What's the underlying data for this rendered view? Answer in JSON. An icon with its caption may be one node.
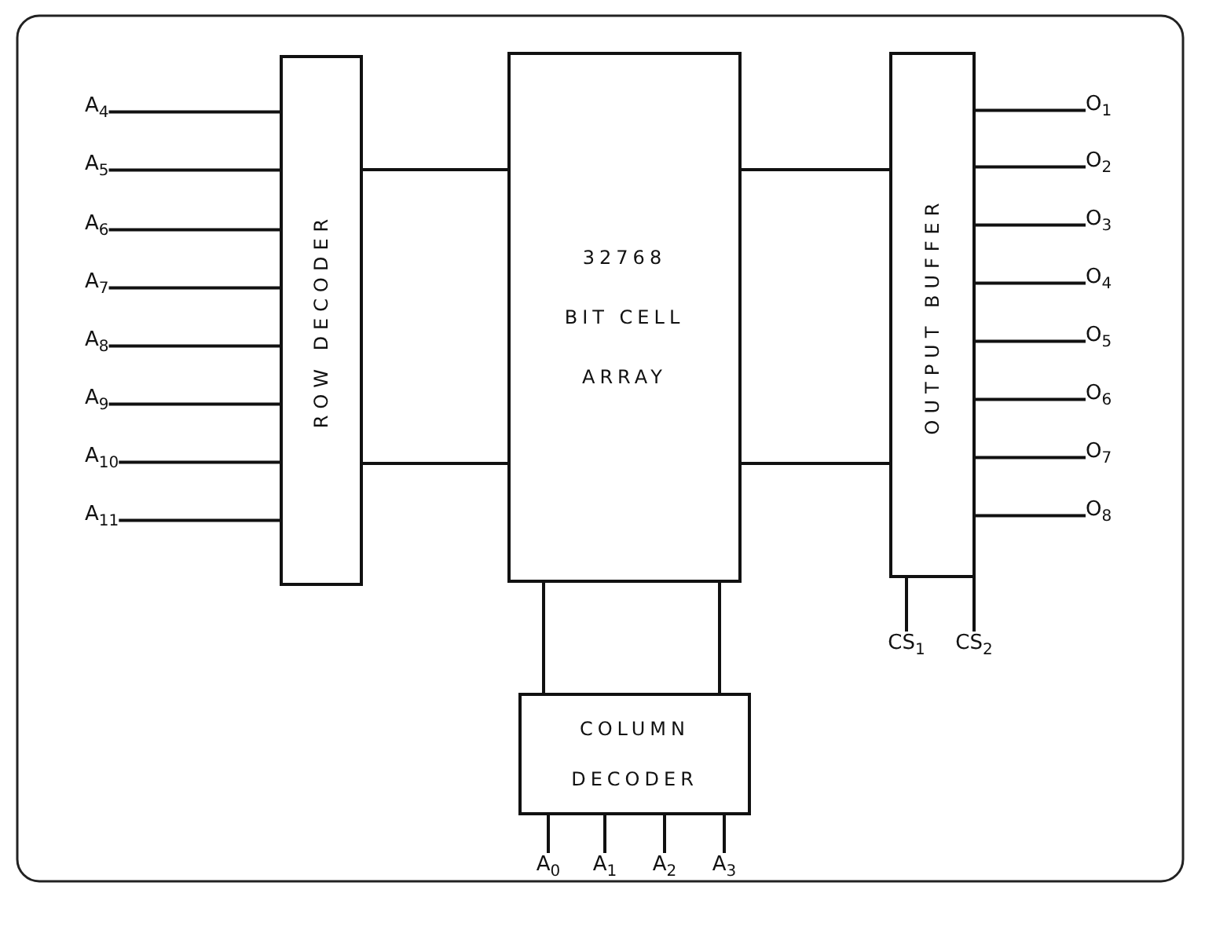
{
  "diagram": {
    "nodes": [
      {
        "text": [
          "ROW DECODER"
        ]
      },
      {
        "text": [
          "32768 BIT CELL ARRAY"
        ]
      },
      {
        "text": [
          "OUTPUT BUFFER"
        ]
      },
      {
        "text": [
          "COLUMN DECODER"
        ]
      },
      {
        "text": [
          "A$_{4}$"
        ]
      },
      {
        "text": [
          "A$_{5}$"
        ]
      },
      {
        "text": [
          "A$_{6}$"
        ]
      },
      {
        "text": [
          "A$_{7}$"
        ]
      },
      {
        "text": [
          "A$_{8}$"
        ]
      },
      {
        "text": [
          "A$_{9}$"
        ]
      },
      {
        "text": [
          "A$_{10}$"
        ]
      },
      {
        "text": [
          "A$_{11}$"
        ]
      },
      {
        "text": [
          "O$_{1}$"
        ]
      },
      {
        "text": [
          "O$_{2}$"
        ]
      },
      {
        "text": [
          "O$_{3}$"
        ]
      },
      {
        "text": [
          "O$_{4}$"
        ]
      },
      {
        "text": [
          "O$_{5}$"
        ]
      },
      {
        "text": [
          "O$_{6}$"
        ]
      },
      {
        "text": [
          "O$_{7}$"
        ]
      },
      {
        "text": [
          "O$_{8}$"
        ]
      },
      {
        "text": [
          "CS$_{1}$"
        ]
      },
      {
        "text": [
          "CS$_{2}$"
        ]
      },
      {
        "text": [
          "A$_{0}$"
        ]
      },
      {
        "text": [
          "A$_{1}$"
        ]
      },
      {
        "text": [
          "A$_{2}$"
        ]
      },
      {
        "text": [
          "A$_{3}$"
        ]
      }
    ],
    "edges": [
      {
        "from": 0,
        "to": 1,
        "arrow": "none"
      },
      {
        "from": 0,
        "to": 1,
        "arrow": "none"
      },
      {
        "from": 1,
        "to": 2,
        "arrow": "none"
      },
      {
        "from": 1,
        "to": 2,
        "arrow": "none"
      },
      {
        "from": 1,
        "to": 3,
        "arrow": "none"
      },
      {
        "from": 1,
        "to": 3,
        "arrow": "none"
      },
      {
        "from": 4,
        "to": 0,
        "arrow": "none"
      },
      {
        "from": 5,
        "to": 0,
        "arrow": "none"
      },
      {
        "from": 6,
        "to": 0,
        "arrow": "none"
      },
      {
        "from": 7,
        "to": 0,
        "arrow": "none"
      },
      {
        "from": 8,
        "to": 0,
        "arrow": "none"
      },
      {
        "from": 9,
        "to": 0,
        "arrow": "none"
      },
      {
        "from": 10,
        "to": 0,
        "arrow": "none"
      },
      {
        "from": 11,
        "to": 0,
        "arrow": "none"
      },
      {
        "from": 2,
        "to": 12,
        "arrow": "none"
      },
      {
        "from": 2,
        "to": 13,
        "arrow": "none"
      },
      {
        "from": 2,
        "to": 14,
        "arrow": "none"
      },
      {
        "from": 2,
        "to": 15,
        "arrow": "none"
      },
      {
        "from": 2,
        "to": 16,
        "arrow": "none"
      },
      {
        "from": 2,
        "to": 17,
        "arrow": "none"
      },
      {
        "from": 2,
        "to": 18,
        "arrow": "none"
      },
      {
        "from": 2,
        "to": 19,
        "arrow": "none"
      },
      {
        "from": 20,
        "to": 2,
        "arrow": "none"
      },
      {
        "from": 21,
        "to": 2,
        "arrow": "none"
      },
      {
        "from": 22,
        "to": 3,
        "arrow": "none"
      },
      {
        "from": 23,
        "to": 3,
        "arrow": "none"
      },
      {
        "from": 24,
        "to": 3,
        "arrow": "none"
      },
      {
        "from": 25,
        "to": 3,
        "arrow": "none"
      }
    ]
  }
}
